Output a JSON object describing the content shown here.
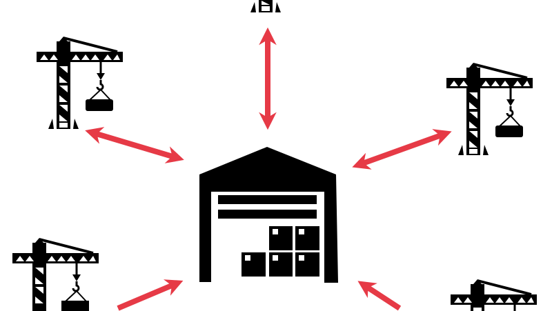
{
  "colors": {
    "arrow": "#e63a46",
    "icon": "#000000",
    "background": "#ffffff"
  },
  "icons": {
    "center": "warehouse-icon",
    "nodes": [
      "crane-icon",
      "crane-icon",
      "crane-icon",
      "crane-icon",
      "crane-icon"
    ]
  },
  "connections": [
    "double-arrow",
    "double-arrow",
    "double-arrow",
    "double-arrow",
    "double-arrow"
  ]
}
